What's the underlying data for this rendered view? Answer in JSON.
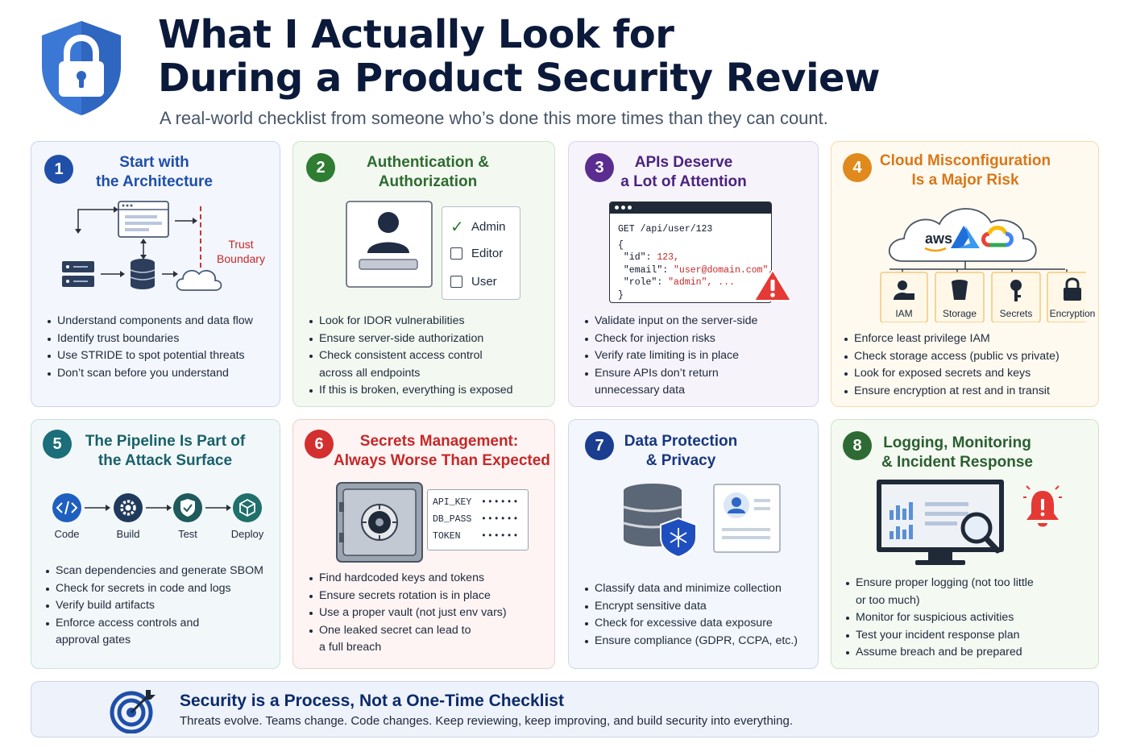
{
  "header": {
    "title_line1": "What I Actually Look for",
    "title_line2": "During a Product Security Review",
    "subtitle": "A real-world checklist from someone who’s done this more times than they can count."
  },
  "colors": {
    "blue": "#1f4fa8",
    "green": "#2e7d32",
    "purple": "#5b2d90",
    "orange": "#e08a1e",
    "teal": "#1b6e7a",
    "red": "#c62828",
    "navy": "#1a3d8f",
    "olive": "#2e6b34",
    "shield": "#3b78d6"
  },
  "cards": [
    {
      "number": "1",
      "title_line1": "Start with",
      "title_line2": "the Architecture",
      "diagram": {
        "trust_line1": "Trust",
        "trust_line2": "Boundary"
      },
      "bullets": [
        "Understand components and data flow",
        "Identify trust boundaries",
        "Use STRIDE to spot potential threats",
        "Don’t scan before you understand"
      ]
    },
    {
      "number": "2",
      "title_line1": "Authentication &",
      "title_line2": "Authorization",
      "roles": [
        "Admin",
        "Editor",
        "User"
      ],
      "bullets": [
        "Look for IDOR vulnerabilities",
        "Ensure server-side authorization",
        "Check consistent access control",
        "across all endpoints",
        "If this is broken, everything is exposed"
      ]
    },
    {
      "number": "3",
      "title_line1": "APIs Deserve",
      "title_line2": "a Lot of Attention",
      "code": {
        "request": "GET /api/user/123",
        "open": "{",
        "k1": "\"id\": ",
        "v1": "123,",
        "k2": "\"email\": ",
        "v2": "\"user@domain.com\",",
        "k3": "\"role\": ",
        "v3": "\"admin\", ...",
        "close": "}"
      },
      "bullets": [
        "Validate input on the server-side",
        "Check for injection risks",
        "Verify rate limiting is in place",
        "Ensure APIs don’t return",
        "unnecessary data"
      ]
    },
    {
      "number": "4",
      "title_line1": "Cloud Misconfiguration",
      "title_line2": "Is a Major Risk",
      "cloud_logo": "aws",
      "services": [
        "IAM",
        "Storage",
        "Secrets",
        "Encryption"
      ],
      "bullets": [
        "Enforce least privilege IAM",
        "Check storage access (public vs private)",
        "Look for exposed secrets and keys",
        "Ensure encryption at rest and in transit"
      ]
    },
    {
      "number": "5",
      "title_line1": "The Pipeline Is Part of",
      "title_line2": "the Attack Surface",
      "stages": [
        "Code",
        "Build",
        "Test",
        "Deploy"
      ],
      "bullets": [
        "Scan dependencies and generate SBOM",
        "Check for secrets in code and logs",
        "Verify build artifacts",
        "Enforce access controls and",
        "approval gates"
      ]
    },
    {
      "number": "6",
      "title_line1": "Secrets Management:",
      "title_line2": "Always Worse Than Expected",
      "secrets": [
        {
          "key": "API_KEY",
          "mask": "••••••"
        },
        {
          "key": "DB_PASS",
          "mask": "••••••"
        },
        {
          "key": "TOKEN",
          "mask": "••••••"
        }
      ],
      "bullets": [
        "Find hardcoded keys and tokens",
        "Ensure secrets rotation is in place",
        "Use a proper vault (not just env vars)",
        "One leaked secret can lead to",
        "a full breach"
      ]
    },
    {
      "number": "7",
      "title_line1": "Data Protection",
      "title_line2": "& Privacy",
      "bullets": [
        "Classify data and minimize collection",
        "Encrypt sensitive data",
        "Check for excessive data exposure",
        "Ensure compliance (GDPR, CCPA, etc.)"
      ]
    },
    {
      "number": "8",
      "title_line1": "Logging, Monitoring",
      "title_line2": "& Incident Response",
      "bullets": [
        "Ensure proper logging (not too little",
        "or too much)",
        "Monitor for suspicious activities",
        "Test your incident response plan",
        "Assume breach and be prepared"
      ]
    }
  ],
  "footer": {
    "title": "Security is a Process, Not a One-Time Checklist",
    "text": "Threats evolve. Teams change. Code changes. Keep reviewing, keep improving, and build security into everything."
  }
}
